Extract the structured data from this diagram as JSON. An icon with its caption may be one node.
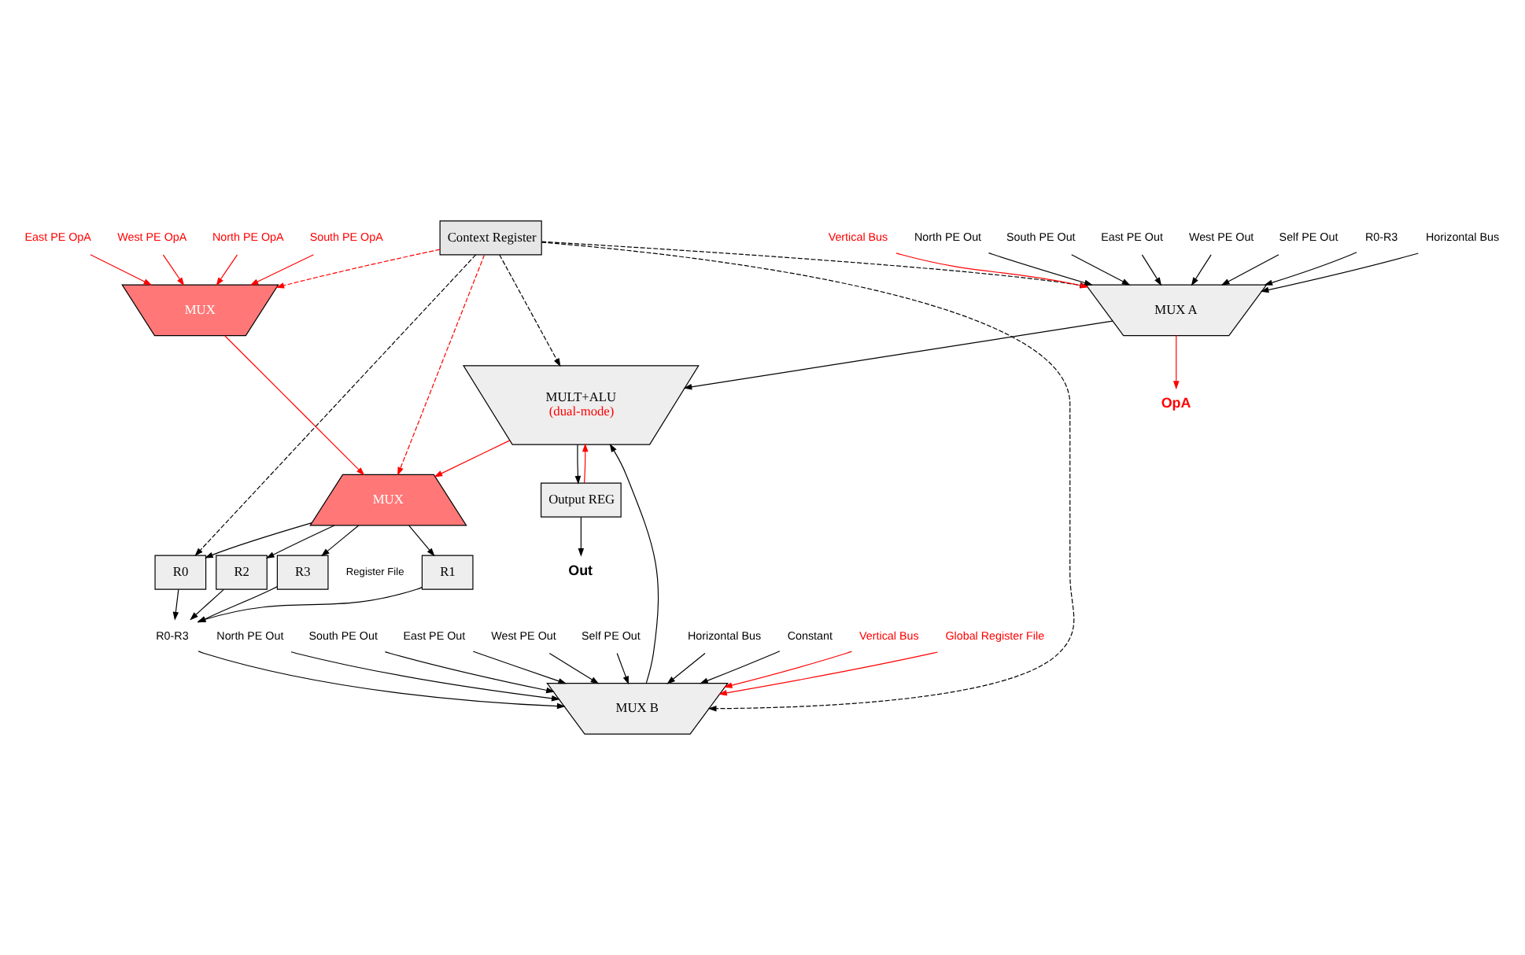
{
  "diagram": {
    "nodes": [
      {
        "text": [
          "Context Register"
        ]
      },
      {
        "text": [
          "North PE Out"
        ]
      },
      {
        "text": [
          "South PE Out"
        ]
      },
      {
        "text": [
          "East PE Out"
        ]
      },
      {
        "text": [
          "West PE Out"
        ]
      },
      {
        "text": [
          "Self PE Out"
        ]
      },
      {
        "text": [
          "R0-R3"
        ]
      },
      {
        "text": [
          "Horizontal Bus"
        ]
      },
      {
        "text": [
          "Vertical Bus"
        ]
      },
      {
        "text": [
          "MUX A"
        ]
      },
      {
        "text": [
          "North PE Out"
        ]
      },
      {
        "text": [
          "South PE Out"
        ]
      },
      {
        "text": [
          "East PE Out"
        ]
      },
      {
        "text": [
          "West PE Out"
        ]
      },
      {
        "text": [
          "Self PE Out"
        ]
      },
      {
        "text": [
          "R0-R3"
        ]
      },
      {
        "text": [
          "Horizontal Bus"
        ]
      },
      {
        "text": [
          "Constant"
        ]
      },
      {
        "text": [
          "Vertical Bus"
        ]
      },
      {
        "text": [
          "Global Register File"
        ]
      },
      {
        "text": [
          "MUX B"
        ]
      },
      {
        "text": [
          "MULT+ALU",
          "(dual-mode)"
        ]
      },
      {
        "text": [
          "Output REG"
        ]
      },
      {
        "text": [
          "OpA"
        ]
      },
      {
        "text": [
          "Out"
        ]
      },
      {
        "text": [
          "R0"
        ]
      },
      {
        "text": [
          "R1"
        ]
      },
      {
        "text": [
          "R2"
        ]
      },
      {
        "text": [
          "R3"
        ]
      },
      {
        "text": [
          "MUX"
        ]
      },
      {
        "text": [
          "North PE OpA"
        ]
      },
      {
        "text": [
          "South PE OpA"
        ]
      },
      {
        "text": [
          "East PE OpA"
        ]
      },
      {
        "text": [
          "West PE OpA"
        ]
      },
      {
        "text": [
          "MUX"
        ]
      }
    ],
    "edges": [
      {
        "from": 1,
        "to": 9,
        "arrow": "to"
      },
      {
        "from": 2,
        "to": 9,
        "arrow": "to"
      },
      {
        "from": 3,
        "to": 9,
        "arrow": "to"
      },
      {
        "from": 4,
        "to": 9,
        "arrow": "to"
      },
      {
        "from": 5,
        "to": 9,
        "arrow": "to"
      },
      {
        "from": 6,
        "to": 9,
        "arrow": "to"
      },
      {
        "from": 7,
        "to": 9,
        "arrow": "to"
      },
      {
        "from": 8,
        "to": 9,
        "arrow": "to",
        "color": "#ff0000"
      },
      {
        "from": 10,
        "to": 20,
        "arrow": "to"
      },
      {
        "from": 11,
        "to": 20,
        "arrow": "to"
      },
      {
        "from": 12,
        "to": 20,
        "arrow": "to"
      },
      {
        "from": 13,
        "to": 20,
        "arrow": "to"
      },
      {
        "from": 14,
        "to": 20,
        "arrow": "to"
      },
      {
        "from": 15,
        "to": 20,
        "arrow": "to"
      },
      {
        "from": 16,
        "to": 20,
        "arrow": "to"
      },
      {
        "from": 17,
        "to": 20,
        "arrow": "to"
      },
      {
        "from": 18,
        "to": 20,
        "arrow": "to",
        "color": "#ff0000"
      },
      {
        "from": 19,
        "to": 20,
        "arrow": "to",
        "color": "#ff0000"
      },
      {
        "from": 0,
        "to": 9,
        "arrow": "to",
        "style": "dashed"
      },
      {
        "from": 0,
        "to": 20,
        "arrow": "to",
        "style": "dashed"
      },
      {
        "from": 0,
        "to": 21,
        "arrow": "to",
        "style": "dashed"
      },
      {
        "from": 0,
        "to": 25,
        "arrow": "to",
        "style": "dashed"
      },
      {
        "from": 0,
        "to": 29,
        "arrow": "to",
        "style": "dashed",
        "color": "#ff0000"
      },
      {
        "from": 0,
        "to": 34,
        "arrow": "to",
        "style": "dashed",
        "color": "#ff0000"
      },
      {
        "from": 9,
        "to": 21,
        "arrow": "to"
      },
      {
        "from": 20,
        "to": 21,
        "arrow": "to"
      },
      {
        "from": 9,
        "to": 23,
        "arrow": "to",
        "color": "#ff0000"
      },
      {
        "from": 22,
        "to": 21,
        "arrow": "to",
        "color": "#ff0000"
      },
      {
        "from": 21,
        "to": 22,
        "arrow": "to"
      },
      {
        "from": 21,
        "to": 29,
        "arrow": "to",
        "color": "#ff0000"
      },
      {
        "from": 22,
        "to": 24,
        "arrow": "to"
      },
      {
        "from": 25,
        "to": 15,
        "arrow": "to"
      },
      {
        "from": 26,
        "to": 15,
        "arrow": "to"
      },
      {
        "from": 27,
        "to": 15,
        "arrow": "to"
      },
      {
        "from": 28,
        "to": 15,
        "arrow": "to"
      },
      {
        "from": 29,
        "to": 25,
        "arrow": "to"
      },
      {
        "from": 29,
        "to": 26,
        "arrow": "to"
      },
      {
        "from": 29,
        "to": 27,
        "arrow": "to"
      },
      {
        "from": 29,
        "to": 28,
        "arrow": "to"
      },
      {
        "from": 34,
        "to": 29,
        "arrow": "to",
        "color": "#ff0000"
      },
      {
        "from": 30,
        "to": 34,
        "arrow": "to",
        "color": "#ff0000"
      },
      {
        "from": 31,
        "to": 34,
        "arrow": "to",
        "color": "#ff0000"
      },
      {
        "from": 32,
        "to": 34,
        "arrow": "to",
        "color": "#ff0000"
      },
      {
        "from": 33,
        "to": 34,
        "arrow": "to",
        "color": "#ff0000"
      }
    ],
    "labels": [
      "Register File"
    ]
  }
}
